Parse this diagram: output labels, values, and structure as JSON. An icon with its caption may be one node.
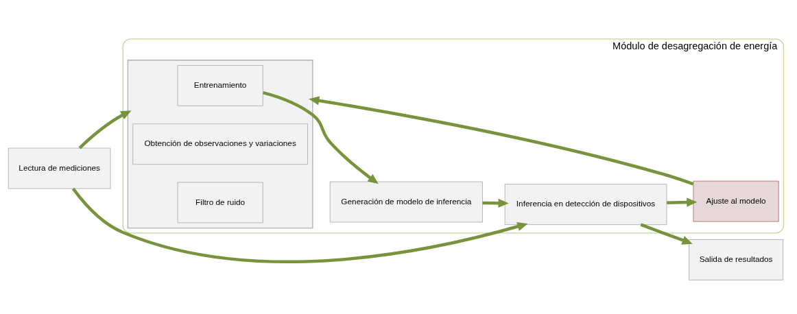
{
  "diagram": {
    "nodes": [
      {
        "text": [
          "Lectura de mediciones"
        ]
      },
      {
        "text": [
          "Módulo de desagregación de energía"
        ]
      },
      {
        "text": [],
        "shape": "box",
        "in": 1
      },
      {
        "text": [
          "Entrenamiento"
        ],
        "in": 2
      },
      {
        "text": [
          "Obtención de observaciones y variaciones"
        ],
        "in": 2
      },
      {
        "text": [
          "Filtro de ruido"
        ],
        "in": 2
      },
      {
        "text": [
          "Generación de modelo de inferencia"
        ],
        "in": 1
      },
      {
        "text": [
          "Inferencia en detección de dispositivos"
        ],
        "in": 1
      },
      {
        "text": [
          "Ajuste al modelo"
        ],
        "in": 1
      },
      {
        "text": [
          "Salida de resultados"
        ]
      }
    ],
    "edges": [
      {
        "from": 0,
        "to": 2,
        "arrow": "to"
      },
      {
        "from": 0,
        "to": 7,
        "arrow": "to"
      },
      {
        "from": 3,
        "to": 6,
        "arrow": "to"
      },
      {
        "from": 6,
        "to": 7,
        "arrow": "to"
      },
      {
        "from": 7,
        "to": 9,
        "arrow": "to"
      },
      {
        "from": 7,
        "to": 8,
        "arrow": "to"
      },
      {
        "from": 8,
        "to": 2,
        "arrow": "to"
      }
    ]
  }
}
